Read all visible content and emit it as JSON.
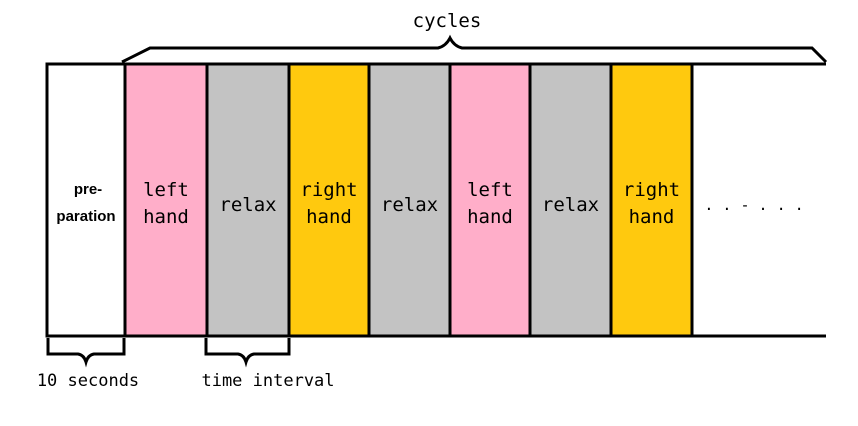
{
  "diagram": {
    "top_label": "cycles",
    "preparation": {
      "line1": "pre-",
      "line2": "paration",
      "fill": "#ffffff"
    },
    "blocks": [
      {
        "line1": "left",
        "line2": "hand",
        "fill": "#FFAEC9",
        "name": "block-left-hand"
      },
      {
        "line1": "relax",
        "line2": "",
        "fill": "#C3C3C3",
        "name": "block-relax"
      },
      {
        "line1": "right",
        "line2": "hand",
        "fill": "#FFC90E",
        "name": "block-right-hand"
      },
      {
        "line1": "relax",
        "line2": "",
        "fill": "#C3C3C3",
        "name": "block-relax"
      },
      {
        "line1": "left",
        "line2": "hand",
        "fill": "#FFAEC9",
        "name": "block-left-hand"
      },
      {
        "line1": "relax",
        "line2": "",
        "fill": "#C3C3C3",
        "name": "block-relax"
      },
      {
        "line1": "right",
        "line2": "hand",
        "fill": "#FFC90E",
        "name": "block-right-hand"
      }
    ],
    "ellipsis": ". . - . . .",
    "bottom_labels": {
      "preparation_duration": "10 seconds",
      "interval": "time interval"
    }
  }
}
